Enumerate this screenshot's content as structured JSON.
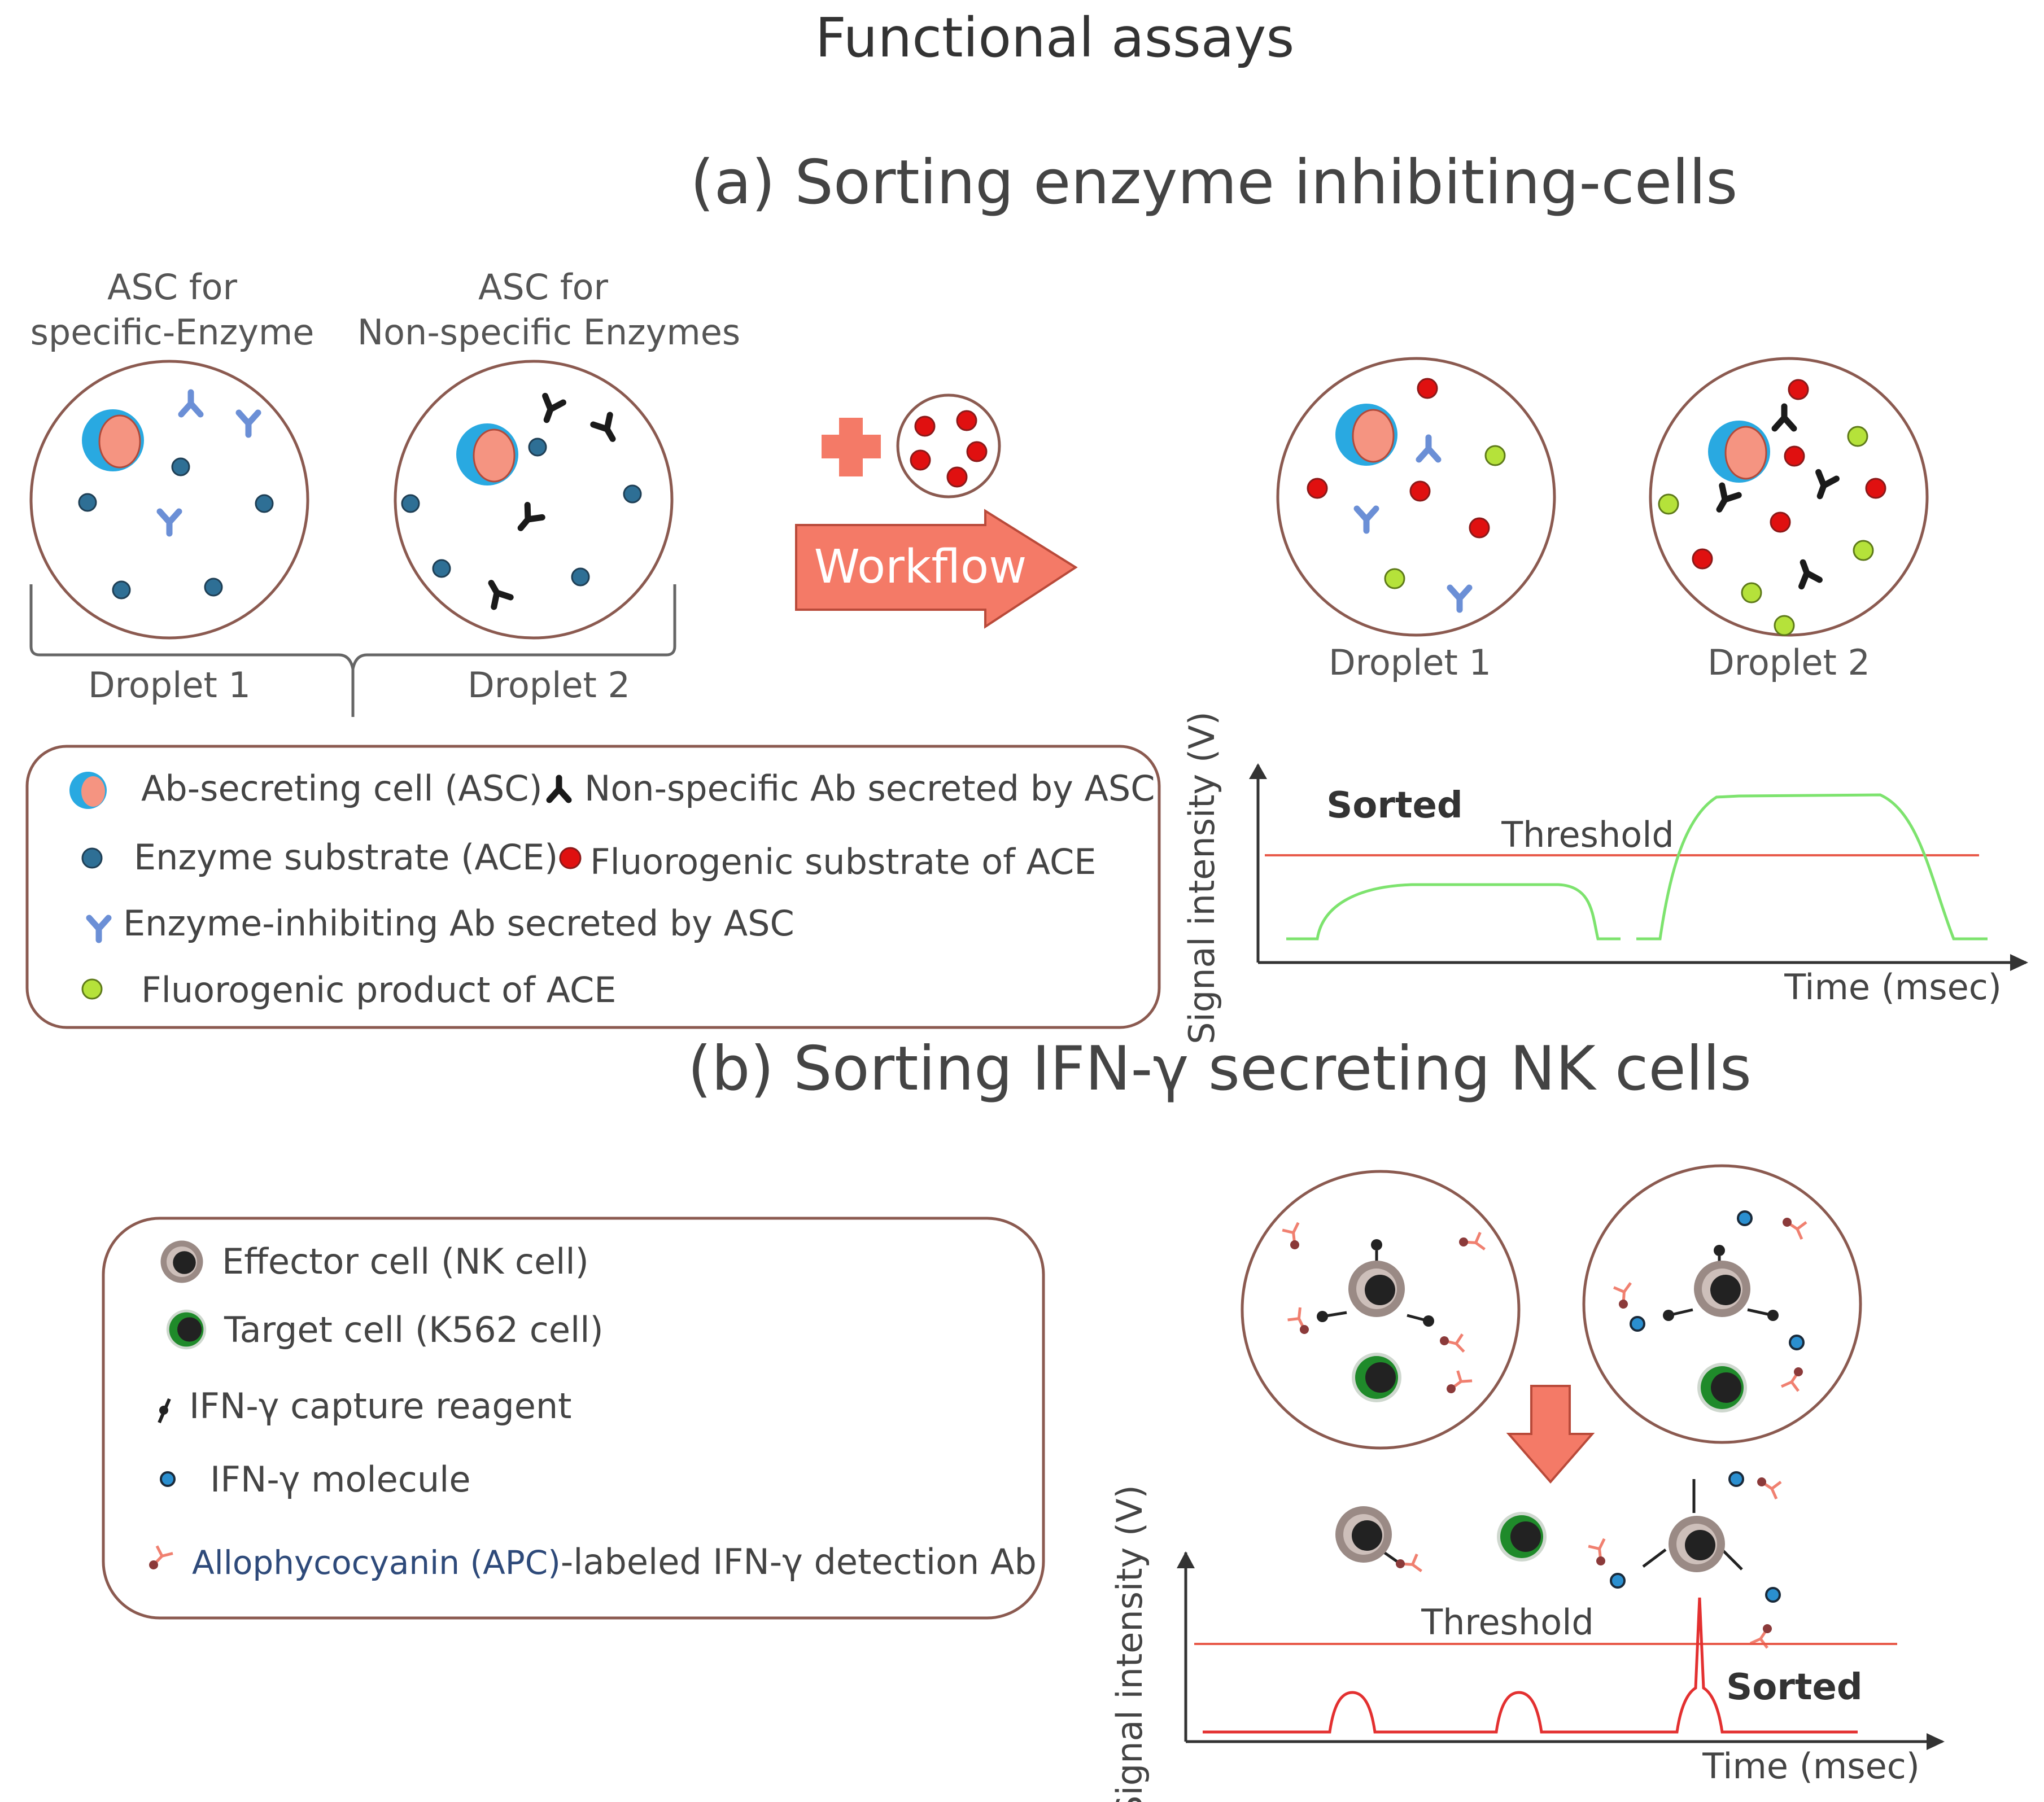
{
  "title": "Functional assays",
  "panel_a": {
    "title": "(a) Sorting enzyme inhibiting-cells",
    "asc_specific_line1": "ASC for",
    "asc_specific_line2": "specific-Enzyme",
    "asc_nonspecific_line1": "ASC for",
    "asc_nonspecific_line2": "Non-specific Enzymes",
    "droplet1": "Droplet 1",
    "droplet2": "Droplet 2",
    "workflow": "Workflow",
    "legend": {
      "asc": "Ab-secreting cell (ASC)",
      "nonspecific_ab": "Non-specific Ab secreted by ASC",
      "substrate": "Enzyme substrate (ACE)",
      "fluorogenic_substrate": "Fluorogenic substrate of ACE",
      "inhibiting_ab": "Enzyme-inhibiting Ab secreted by ASC",
      "product": "Fluorogenic product of ACE"
    },
    "chart": {
      "ylabel": "Signal intensity (V)",
      "xlabel": "Time (msec)",
      "threshold": "Threshold",
      "sorted": "Sorted"
    }
  },
  "panel_b": {
    "title": "(b) Sorting IFN-γ secreting NK cells",
    "legend": {
      "effector": "Effector cell (NK cell)",
      "target": "Target cell (K562 cell)",
      "capture": "IFN-γ capture reagent",
      "molecule": "IFN-γ molecule",
      "apc_part": "Allophycocyanin (APC)",
      "detection_part": "-labeled IFN-γ detection Ab"
    },
    "chart": {
      "ylabel": "Signal intensity (V)",
      "xlabel": "Time (msec)",
      "threshold": "Threshold",
      "sorted": "Sorted"
    }
  },
  "colors": {
    "droplet_border": "#8b5a50",
    "asc_outer": "#29a9e1",
    "asc_inner": "#f59481",
    "substrate": "#2e6f95",
    "specific_ab": "#6b8fd6",
    "nonspecific_ab": "#1a1a1a",
    "fluoro_substrate": "#e01010",
    "product": "#b5e23a",
    "workflow_arrow": "#f47a67",
    "signal_a": "#7de36e",
    "signal_b": "#e33030",
    "threshold": "#e85a4a",
    "nk_outer": "#9a8a85",
    "target_green": "#1f8a2a",
    "apc": "#f08070",
    "ifn_molecule": "#2a8fd0"
  }
}
